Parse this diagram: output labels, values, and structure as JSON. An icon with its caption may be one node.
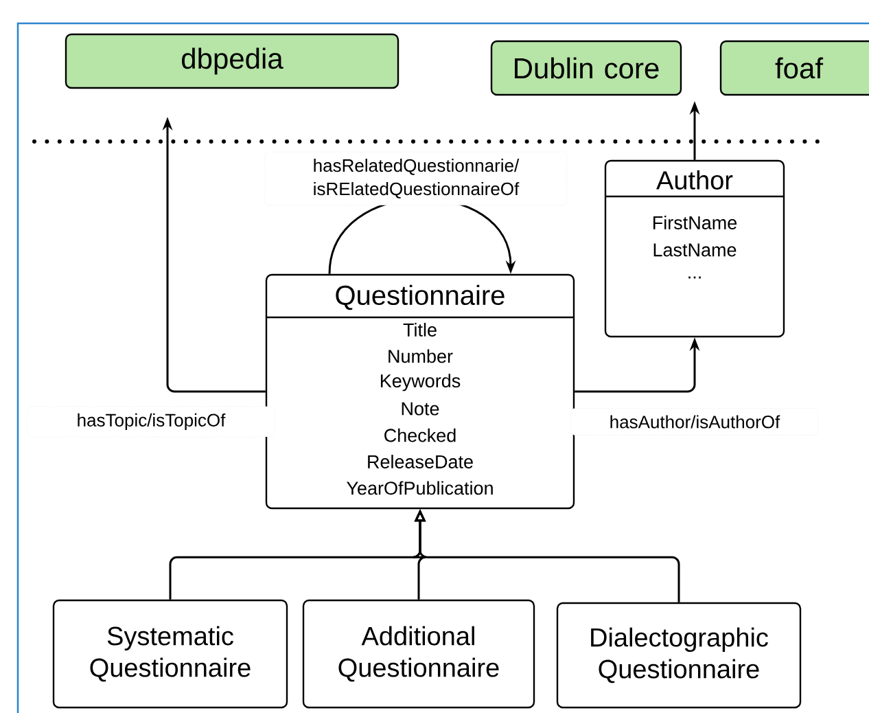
{
  "diagram": {
    "nodes": [
      {
        "text": [
          "dbpedia"
        ]
      },
      {
        "text": [
          "Dublin core"
        ]
      },
      {
        "text": [
          "foaf"
        ]
      },
      {
        "text": [
          "Author",
          "FirstName",
          "LastName",
          "..."
        ]
      },
      {
        "text": [
          "Questionnaire",
          "Title",
          "Number",
          "Keywords",
          "Note",
          "Checked",
          "ReleaseDate",
          "YearOfPublication"
        ]
      },
      {
        "text": [
          "Systematic Questionnaire"
        ]
      },
      {
        "text": [
          "Additional Questionnaire"
        ]
      },
      {
        "text": [
          "Dialectographic Questionnaire"
        ]
      }
    ],
    "edges": [
      {
        "from": 4,
        "to": 0,
        "arrow": "to",
        "label": "hasTopic/isTopicOf"
      },
      {
        "from": 4,
        "to": 3,
        "arrow": "to",
        "label": "hasAuthor/isAuthorOf"
      },
      {
        "from": 4,
        "to": 4,
        "arrow": "to",
        "label": "hasRelatedQuestionnarie/ isRElatedQuestionnaireOf"
      },
      {
        "from": 3,
        "to": 1,
        "arrow": "to"
      },
      {
        "from": 5,
        "to": 4,
        "arrow": "to"
      },
      {
        "from": 6,
        "to": 4,
        "arrow": "to"
      },
      {
        "from": 7,
        "to": 4,
        "arrow": "to"
      }
    ]
  }
}
